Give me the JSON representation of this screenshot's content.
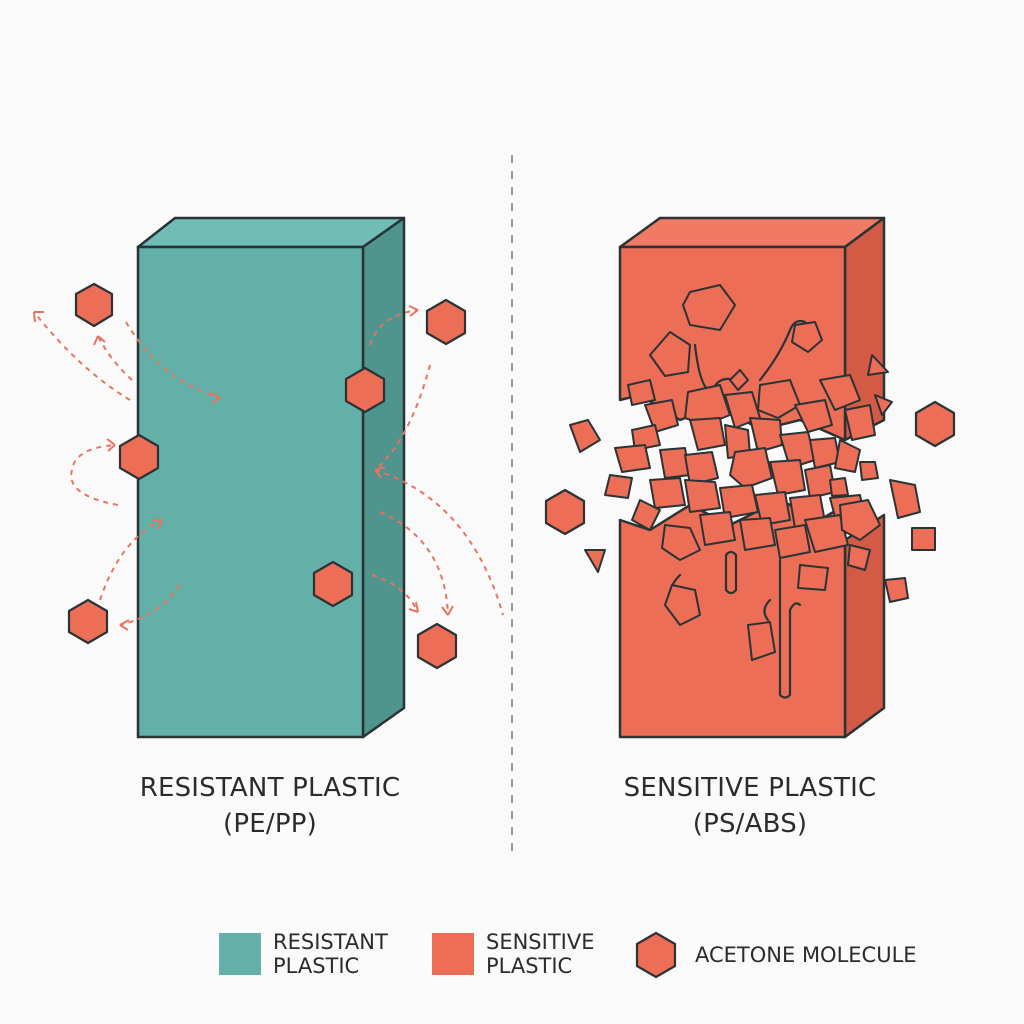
{
  "colors": {
    "resistant": "#62b0a8",
    "resistant_side": "#4f958e",
    "resistant_top": "#6fbdb5",
    "sensitive": "#ec6e57",
    "sensitive_side": "#d35a45",
    "sensitive_top": "#f07a63",
    "stroke": "#2a3335",
    "arrow": "#e8745e",
    "divider": "#9a9a9a"
  },
  "left_panel": {
    "title_line1": "RESISTANT PLASTIC",
    "title_line2": "(PE/PP)"
  },
  "right_panel": {
    "title_line1": "SENSITIVE PLASTIC",
    "title_line2": "(PS/ABS)"
  },
  "legend": {
    "resistant_line1": "RESISTANT",
    "resistant_line2": "PLASTIC",
    "sensitive_line1": "SENSITIVE",
    "sensitive_line2": "PLASTIC",
    "molecule": "ACETONE MOLECULE",
    "molecule_icon": "hexagon-icon"
  }
}
